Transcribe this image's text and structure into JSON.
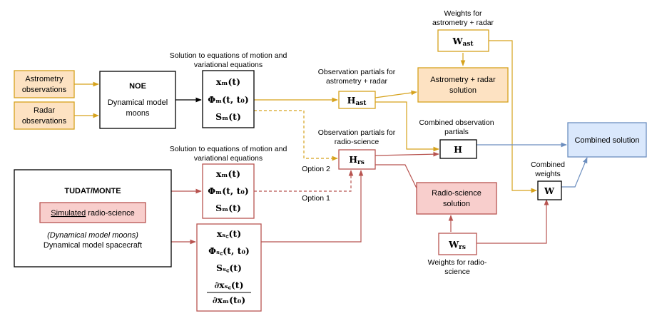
{
  "colors": {
    "orange_stroke": "#d6a21c",
    "orange_fill": "#fde2c2",
    "red_stroke": "#b85450",
    "red_fill": "#f8cecc",
    "blue_stroke": "#6c8ebf",
    "blue_fill": "#dae8fc",
    "black": "#000000"
  },
  "inputs": {
    "astrometry": [
      "Astrometry",
      "observations"
    ],
    "radar": [
      "Radar",
      "observations"
    ]
  },
  "noe": {
    "title": "NOE",
    "line1": "Dynamical model",
    "line2": "moons"
  },
  "tudat": {
    "title": "TUDAT/MONTE",
    "sim_underlined": "Simulated",
    "sim_rest": " radio-science",
    "italic_line": "(Dynamical model moons)",
    "line2": "Dynamical model spacecraft"
  },
  "solution_noe": {
    "caption": [
      "Solution to equations of motion and",
      "variational equations"
    ],
    "eq1": "xₘ(t)",
    "eq2": "Φₘ(t, t₀)",
    "eq3": "Sₘ(t)"
  },
  "solution_tudat": {
    "caption": [
      "Solution to equations of motion and",
      "variational equations"
    ],
    "eq1": "xₘ(t)",
    "eq2": "Φₘ(t, t₀)",
    "eq3": "Sₘ(t)"
  },
  "solution_sc": {
    "eq1": "xₛ꜀(t)",
    "eq2": "Φₛ꜀(t, t₀)",
    "eq3": "Sₛ꜀(t)",
    "frac_num": "∂xₛ꜀(t)",
    "frac_den": "∂xₘ(t₀)"
  },
  "h_ast": {
    "caption": [
      "Observation partials for",
      "astrometry + radar"
    ],
    "symbol": "H",
    "sub": "ast"
  },
  "h_rs": {
    "caption": [
      "Observation partials for",
      "radio-science"
    ],
    "symbol": "H",
    "sub": "rs"
  },
  "h_comb": {
    "caption": [
      "Combined observation",
      "partials"
    ],
    "symbol": "H"
  },
  "w_ast": {
    "caption": [
      "Weights for",
      "astrometry + radar"
    ],
    "symbol": "W",
    "sub": "ast"
  },
  "w_rs": {
    "caption": [
      "Weights for radio-",
      "science"
    ],
    "symbol": "W",
    "sub": "rs"
  },
  "w_comb": {
    "caption": [
      "Combined",
      "weights"
    ],
    "symbol": "W"
  },
  "sol_ast": [
    "Astrometry + radar",
    "solution"
  ],
  "sol_rs": [
    "Radio-science",
    "solution"
  ],
  "sol_comb": "Combined solution",
  "options": {
    "opt2": "Option 2",
    "opt1": "Option 1"
  }
}
